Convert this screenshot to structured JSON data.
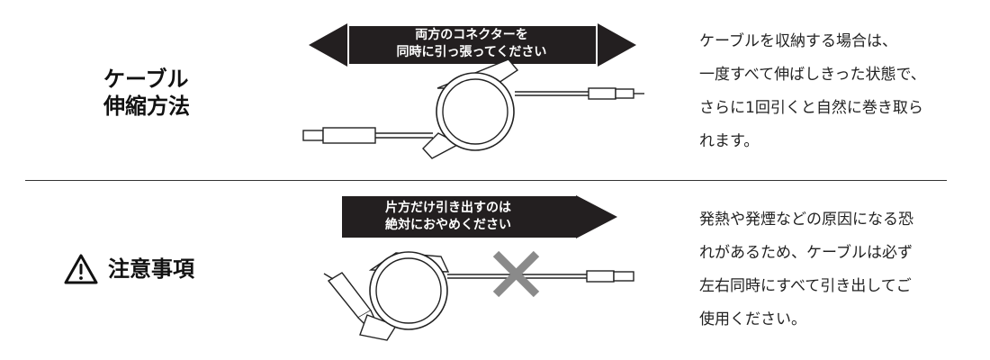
{
  "sections": [
    {
      "title_lines": [
        "ケーブル",
        "伸縮方法"
      ],
      "banner_lines": [
        "両方のコネクターを",
        "同時に引っ張ってください"
      ],
      "description_lines": [
        "ケーブルを収納する場合は、",
        "一度すべて伸ばしきった状態で、",
        "さらに1回引くと自然に巻き取ら",
        "れます。"
      ],
      "icon": "double-arrow-icon"
    },
    {
      "title_lines": [
        "注意事項"
      ],
      "banner_lines": [
        "片方だけ引き出すのは",
        "絶対におやめください"
      ],
      "description_lines": [
        "発熱や発煙などの原因になる恐",
        "れがあるため、ケーブルは必ず",
        "左右同時にすべて引き出してご",
        "使用ください。"
      ],
      "icon": "warning-icon"
    }
  ],
  "colors": {
    "banner": "#231f20",
    "cross": "#8a8a8a",
    "text": "#111111"
  }
}
